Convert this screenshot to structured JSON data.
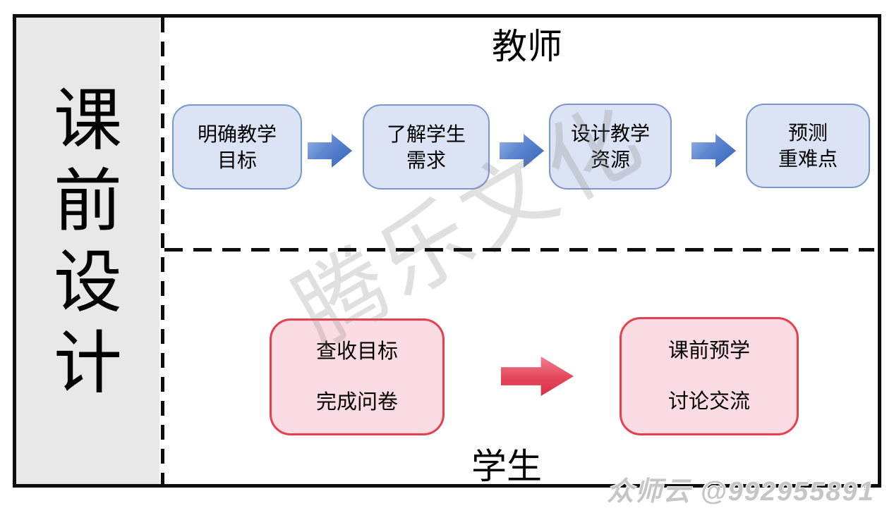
{
  "sidebar": {
    "title": "课前设计",
    "chars": [
      "课",
      "前",
      "设",
      "计"
    ]
  },
  "teacher_lane": {
    "label": "教师",
    "boxes": [
      {
        "line1": "明确教学",
        "line2": "目标"
      },
      {
        "line1": "了解学生",
        "line2": "需求"
      },
      {
        "line1": "设计教学",
        "line2": "资源"
      },
      {
        "line1": "预测",
        "line2": "重难点"
      }
    ]
  },
  "student_lane": {
    "label": "学生",
    "boxes": [
      {
        "line1": "查收目标",
        "line2": "完成问卷"
      },
      {
        "line1": "课前预学",
        "line2": "讨论交流"
      }
    ]
  },
  "watermarks": {
    "center": "腾乐文化",
    "corner": "众师云 @992955891"
  },
  "colors": {
    "teacher_box_fill": "#dbe3f4",
    "teacher_box_border": "#7b96cc",
    "teacher_arrow": "#4472c4",
    "student_box_fill": "#fbdce2",
    "student_box_border": "#e6404e",
    "student_arrow": "#da3049",
    "sidebar_bg": "#e8e8e8",
    "line_color": "#0e0e0e"
  }
}
